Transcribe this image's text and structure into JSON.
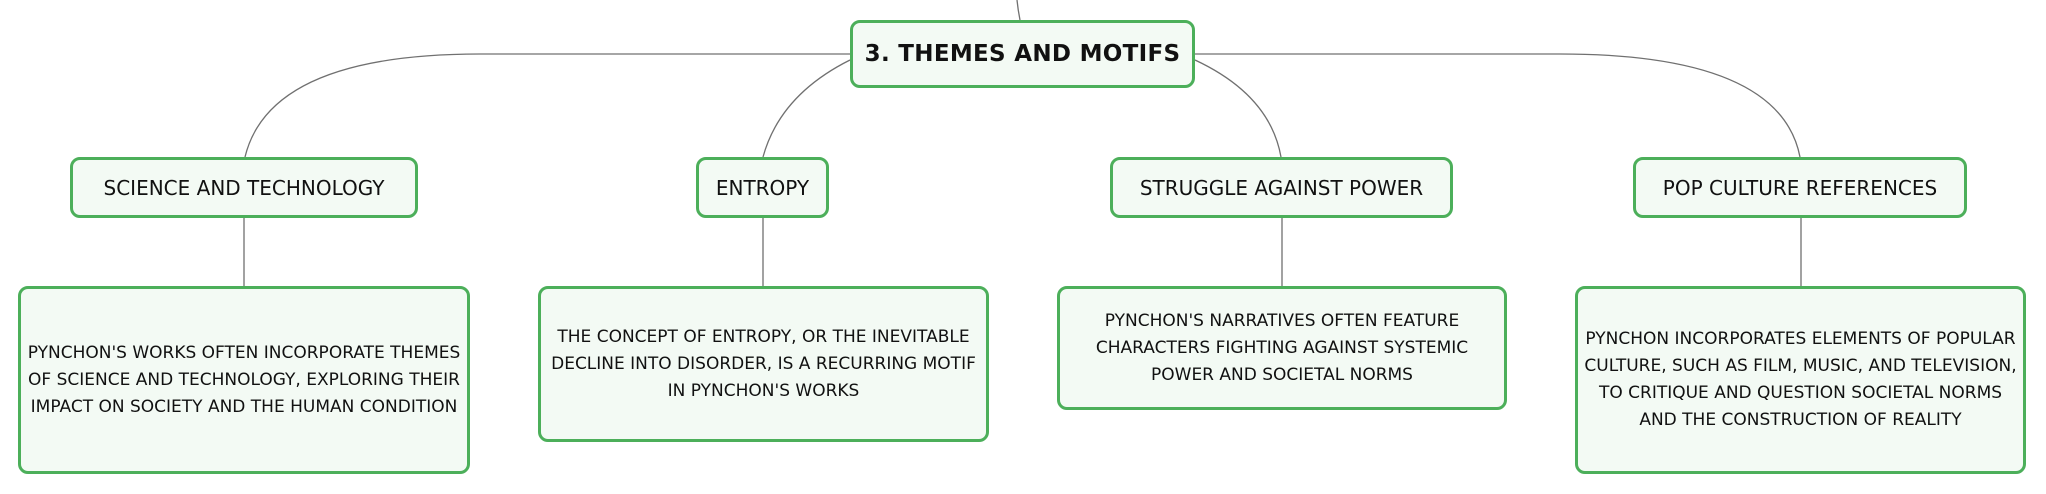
{
  "root": {
    "label": "3. THEMES AND MOTIFS"
  },
  "branches": [
    {
      "label": "SCIENCE AND TECHNOLOGY"
    },
    {
      "label": "ENTROPY"
    },
    {
      "label": "STRUGGLE AGAINST POWER"
    },
    {
      "label": "POP CULTURE REFERENCES"
    }
  ],
  "details": [
    {
      "text": "PYNCHON'S WORKS OFTEN INCORPORATE THEMES OF SCIENCE AND TECHNOLOGY, EXPLORING THEIR IMPACT ON SOCIETY AND THE HUMAN CONDITION"
    },
    {
      "text": "THE CONCEPT OF ENTROPY, OR THE INEVITABLE DECLINE INTO DISORDER, IS A RECURRING MOTIF IN PYNCHON'S WORKS"
    },
    {
      "text": "PYNCHON'S NARRATIVES OFTEN FEATURE CHARACTERS FIGHTING AGAINST SYSTEMIC POWER AND SOCIETAL NORMS"
    },
    {
      "text": "PYNCHON INCORPORATES ELEMENTS OF POPULAR CULTURE, SUCH AS FILM, MUSIC, AND TELEVISION, TO CRITIQUE AND QUESTION SOCIETAL NORMS AND THE CONSTRUCTION OF REALITY"
    }
  ],
  "colors": {
    "node_border": "#4caf5a",
    "node_fill": "#f3faf4",
    "connector": "#707070"
  }
}
